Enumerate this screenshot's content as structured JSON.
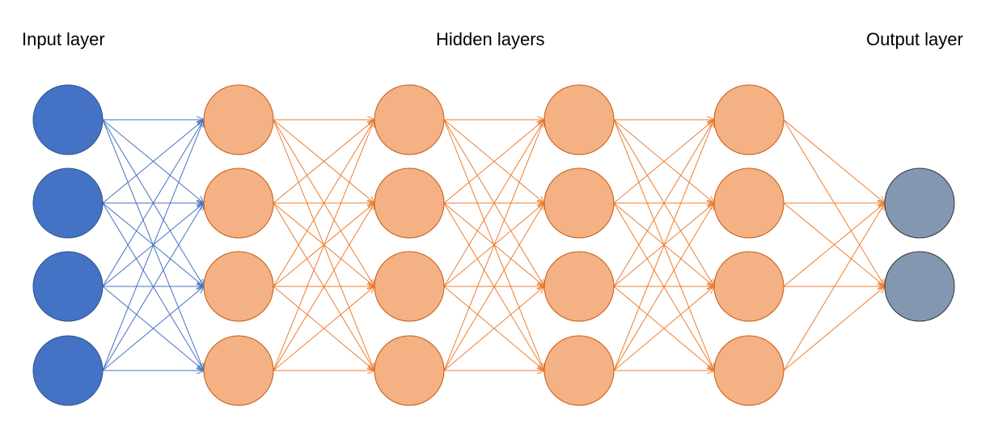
{
  "labels": {
    "input": "Input layer",
    "hidden": "Hidden layers",
    "output": "Output layer"
  },
  "layers": [
    {
      "role": "input",
      "nodes": 4
    },
    {
      "role": "hidden",
      "nodes": 4
    },
    {
      "role": "hidden",
      "nodes": 4
    },
    {
      "role": "hidden",
      "nodes": 4
    },
    {
      "role": "hidden",
      "nodes": 4
    },
    {
      "role": "output",
      "nodes": 2
    }
  ],
  "colors": {
    "input_fill": "#4472C4",
    "input_stroke": "#2F528F",
    "hidden_fill": "#F4B183",
    "hidden_stroke": "#C55A11",
    "output_fill": "#8497B0",
    "output_stroke": "#2F3640",
    "input_edge": "#4472C4",
    "hidden_edge": "#ED7D31"
  }
}
